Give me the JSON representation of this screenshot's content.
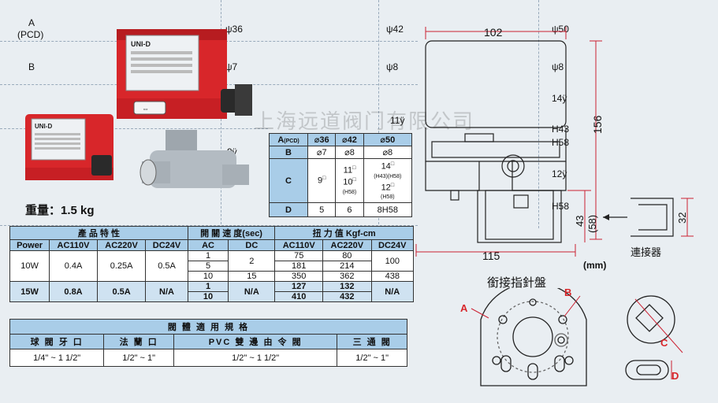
{
  "grid": {
    "a_label": "A",
    "pcd_label": "(PCD)",
    "b_label": "B",
    "psi36": "ψ36",
    "psi42": "ψ42",
    "psi50": "ψ50",
    "psi7": "ψ7",
    "psi8a": "ψ8",
    "psi8b": "ψ8",
    "y14": "14ÿ",
    "y11": "11ÿ",
    "h43": "H43",
    "h58": "H58",
    "y9": "9ÿ",
    "y12": "12ÿ",
    "h58b": "H58",
    "d_label": "D",
    "n5": "5",
    "n6": "6"
  },
  "watermark": "上海远道阀门有限公司",
  "weight": "重量：1.5 kg",
  "dim_table": {
    "h_a": "A",
    "h_a_sub": "(PCD)",
    "h1": "⌀36",
    "h2": "⌀42",
    "h3": "⌀50",
    "r_b": "B",
    "b1": "⌀7",
    "b2": "⌀8",
    "b3": "⌀8",
    "r_c": "C",
    "c1": "9",
    "c2a": "11",
    "c2b": "10",
    "c2b_sub": "(H58)",
    "c3a": "14",
    "c3a_sub": "(H43)(H58)",
    "c3b": "12",
    "c3b_sub": "(H58)",
    "r_d": "D",
    "d1": "5",
    "d2": "6",
    "d3": "8",
    "d3_extra": "H58"
  },
  "spec": {
    "h_product": "產 品 特 性",
    "h_speed": "開 關 速 度(sec)",
    "h_torque": "扭 力 值 Kgf-cm",
    "h_power": "Power",
    "h_ac110": "AC110V",
    "h_ac220": "AC220V",
    "h_dc24": "DC24V",
    "h_ac": "AC",
    "h_dc": "DC",
    "h_t110": "AC110V",
    "h_t220": "AC220V",
    "h_t24": "DC24V",
    "r10_power": "10W",
    "r10_110": "0.4A",
    "r10_220": "0.25A",
    "r10_24": "0.5A",
    "r10_ac": [
      "1",
      "5",
      "10"
    ],
    "r10_dc": [
      "2",
      "15"
    ],
    "r10_t110": [
      "75",
      "181",
      "350"
    ],
    "r10_t220": [
      "80",
      "214",
      "362"
    ],
    "r10_t24": [
      "100",
      "438"
    ],
    "r15_power": "15W",
    "r15_110": "0.8A",
    "r15_220": "0.5A",
    "r15_24": "N/A",
    "r15_ac": [
      "1",
      "10"
    ],
    "r15_dc": "N/A",
    "r15_t110": [
      "127",
      "410"
    ],
    "r15_t220": [
      "132",
      "432"
    ],
    "r15_t24": "N/A"
  },
  "body_table": {
    "title": "閥 體 適 用 規 格",
    "c1": "球 閥 牙 口",
    "c2": "法 蘭 口",
    "c3": "PVC 雙 邊 由 令 閥",
    "c4": "三 通 閥",
    "v1": "1/4\" ~ 1 1/2\"",
    "v2": "1/2\" ~ 1\"",
    "v3": "1/2\" ~ 1 1/2\"",
    "v4": "1/2\" ~ 1\""
  },
  "drawing": {
    "d102": "102",
    "d115": "115",
    "d156": "156",
    "d43": "43",
    "d58": "(58)",
    "d32": "32",
    "connector": "連接器",
    "unit": "(mm)",
    "plate": "銜接指針盤",
    "la": "A",
    "lb": "B",
    "lc": "C",
    "ld": "D"
  },
  "colors": {
    "red": "#d8262a",
    "blue_header": "#a9cde8",
    "label_red": "#d8262a"
  }
}
